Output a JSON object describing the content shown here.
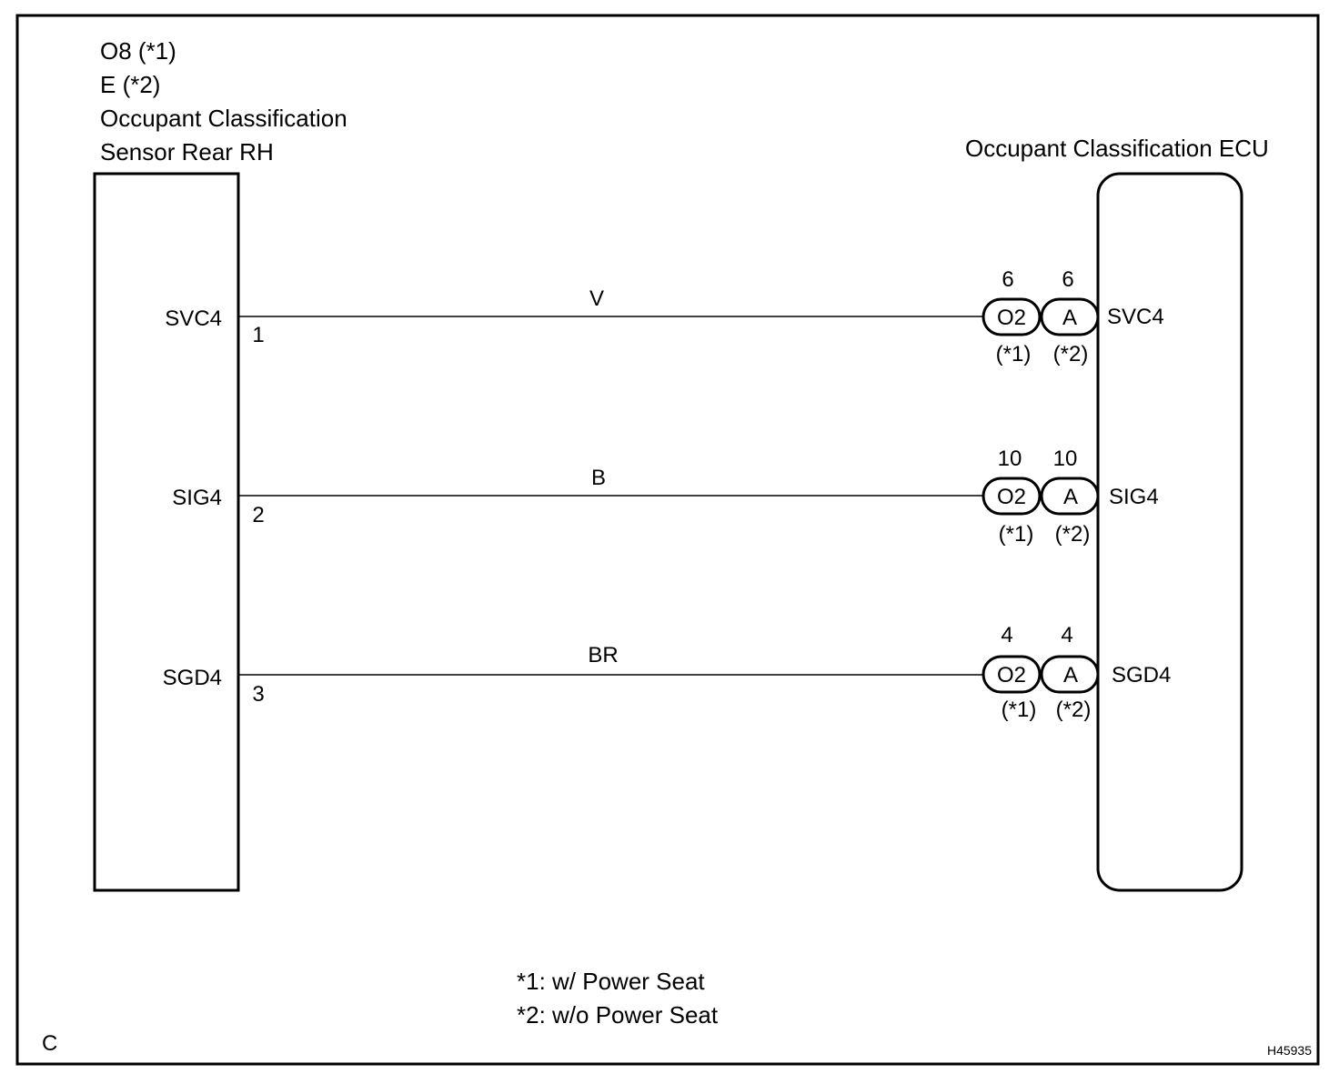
{
  "sensor": {
    "connector_1": "O8 (*1)",
    "connector_2": "E (*2)",
    "name_line_1": "Occupant Classification",
    "name_line_2": "Sensor Rear RH"
  },
  "ecu": {
    "name": "Occupant Classification ECU"
  },
  "circuits": [
    {
      "sensor_terminal": "SVC4",
      "pin": "1",
      "wire": "V",
      "conn1_label": "O2",
      "conn1_pin": "6",
      "conn1_note": "(*1)",
      "conn2_label": "A",
      "conn2_pin": "6",
      "conn2_note": "(*2)",
      "ecu_terminal": "SVC4"
    },
    {
      "sensor_terminal": "SIG4",
      "pin": "2",
      "wire": "B",
      "conn1_label": "O2",
      "conn1_pin": "10",
      "conn1_note": "(*1)",
      "conn2_label": "A",
      "conn2_pin": "10",
      "conn2_note": "(*2)",
      "ecu_terminal": "SIG4"
    },
    {
      "sensor_terminal": "SGD4",
      "pin": "3",
      "wire": "BR",
      "conn1_label": "O2",
      "conn1_pin": "4",
      "conn1_note": "(*1)",
      "conn2_label": "A",
      "conn2_pin": "4",
      "conn2_note": "(*2)",
      "ecu_terminal": "SGD4"
    }
  ],
  "notes": {
    "note_1": "*1: w/ Power Seat",
    "note_2": "*2: w/o Power Seat"
  },
  "corner_letter": "C",
  "figure_id": "H45935"
}
